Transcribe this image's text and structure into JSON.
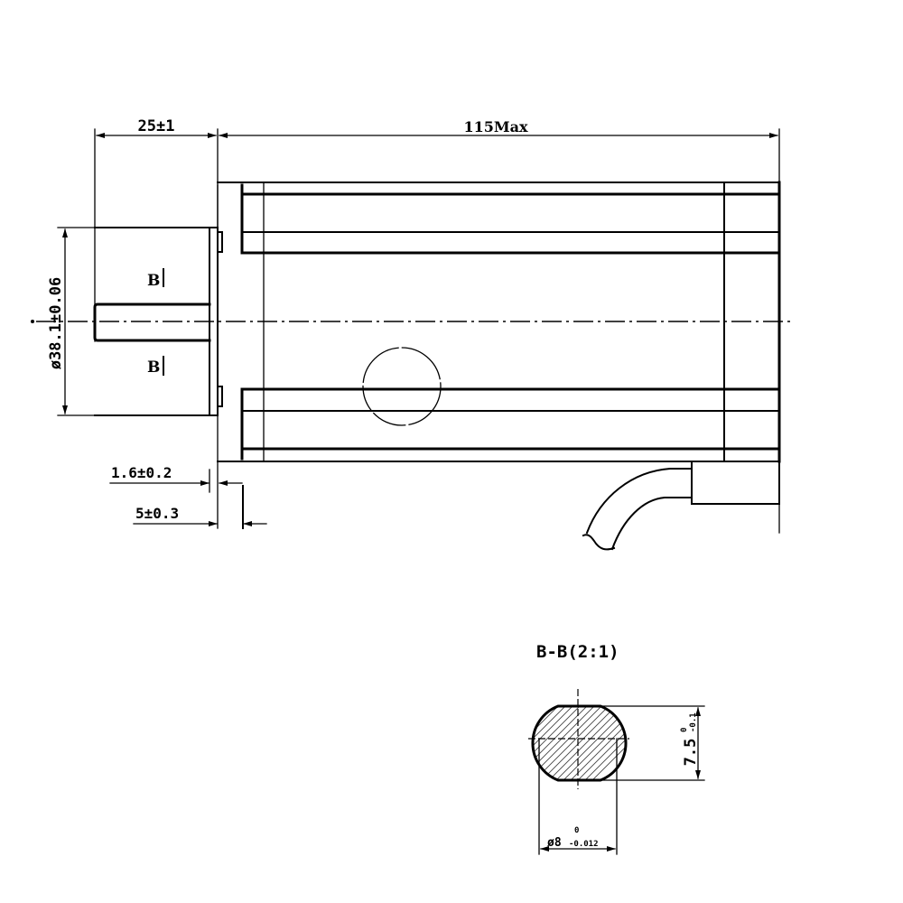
{
  "drawing": {
    "type": "stepper-motor-outline",
    "line_color": "#000000",
    "background_color": "#ffffff"
  },
  "dimensions": {
    "shaft_length": "25±1",
    "body_length": "115Max",
    "pilot_diameter": "ø38.1±0.06",
    "flange_thickness": "1.6±0.2",
    "pilot_depth": "5±0.3"
  },
  "section_marks": {
    "upper": "B",
    "lower": "B"
  },
  "section_view": {
    "title": "B-B(2:1)",
    "flat_dimension": {
      "nominal": "7.5",
      "upper_tol": "0",
      "lower_tol": "-0.1"
    },
    "shaft_diameter": {
      "nominal": "ø8",
      "upper_tol": "0",
      "lower_tol": "-0.012"
    }
  }
}
